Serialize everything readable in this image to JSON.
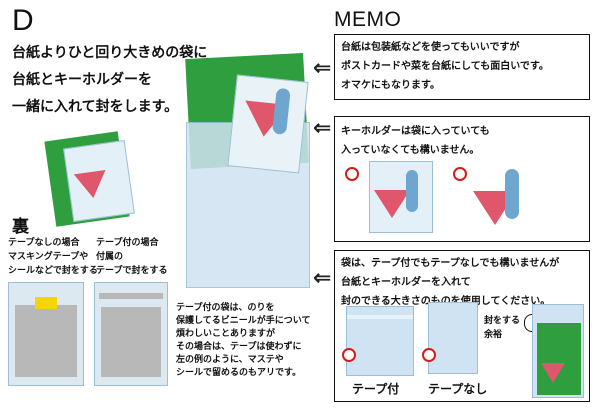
{
  "header": {
    "letter": "D",
    "intro_lines": [
      "台紙よりひと回り大きめの袋に",
      "台紙とキーホルダーを",
      "一緒に入れて封をします。"
    ],
    "memo_title": "MEMO"
  },
  "memo_notes": [
    {
      "lines": [
        "台紙は包装紙などを使ってもいいですが",
        "ポストカードや菜を台紙にしても面白いです。",
        "オマケにもなります。"
      ]
    },
    {
      "lines": [
        "キーホルダーは袋に入っていても",
        "入っていなくても構いません。"
      ]
    },
    {
      "lines": [
        "袋は、テープ付でもテープなしでも構いませんが",
        "台紙とキーホルダーを入れて",
        "封のできる大きさのものを使用してください。"
      ]
    }
  ],
  "back_section": {
    "title": "裏",
    "no_tape": {
      "lines": [
        "テープなしの場合",
        "マスキングテープや",
        "シールなどで封をする"
      ]
    },
    "with_tape": {
      "lines": [
        "テープ付の場合",
        "付属の",
        "テープで封をする"
      ]
    }
  },
  "tape_note": {
    "lines": [
      "テープ付の袋は、のりを",
      "保護してるビニールが手について",
      "煩わしいことありますが",
      "その場合は、テープは使わずに",
      "左の例のように、マステや",
      "シールで留めるのもアリです。"
    ]
  },
  "bag_labels": {
    "tape": "テープ付",
    "no_tape": "テープなし"
  },
  "margin_note": {
    "lines": [
      "封をする",
      "余裕"
    ]
  },
  "icons": {
    "arrow": "⇐"
  },
  "colors": {
    "green": "#2e9e3e",
    "bag_blue": "#cfe3f2",
    "red": "#d71a1a",
    "yellow": "#f5d400",
    "gray": "#b8b8b8"
  }
}
